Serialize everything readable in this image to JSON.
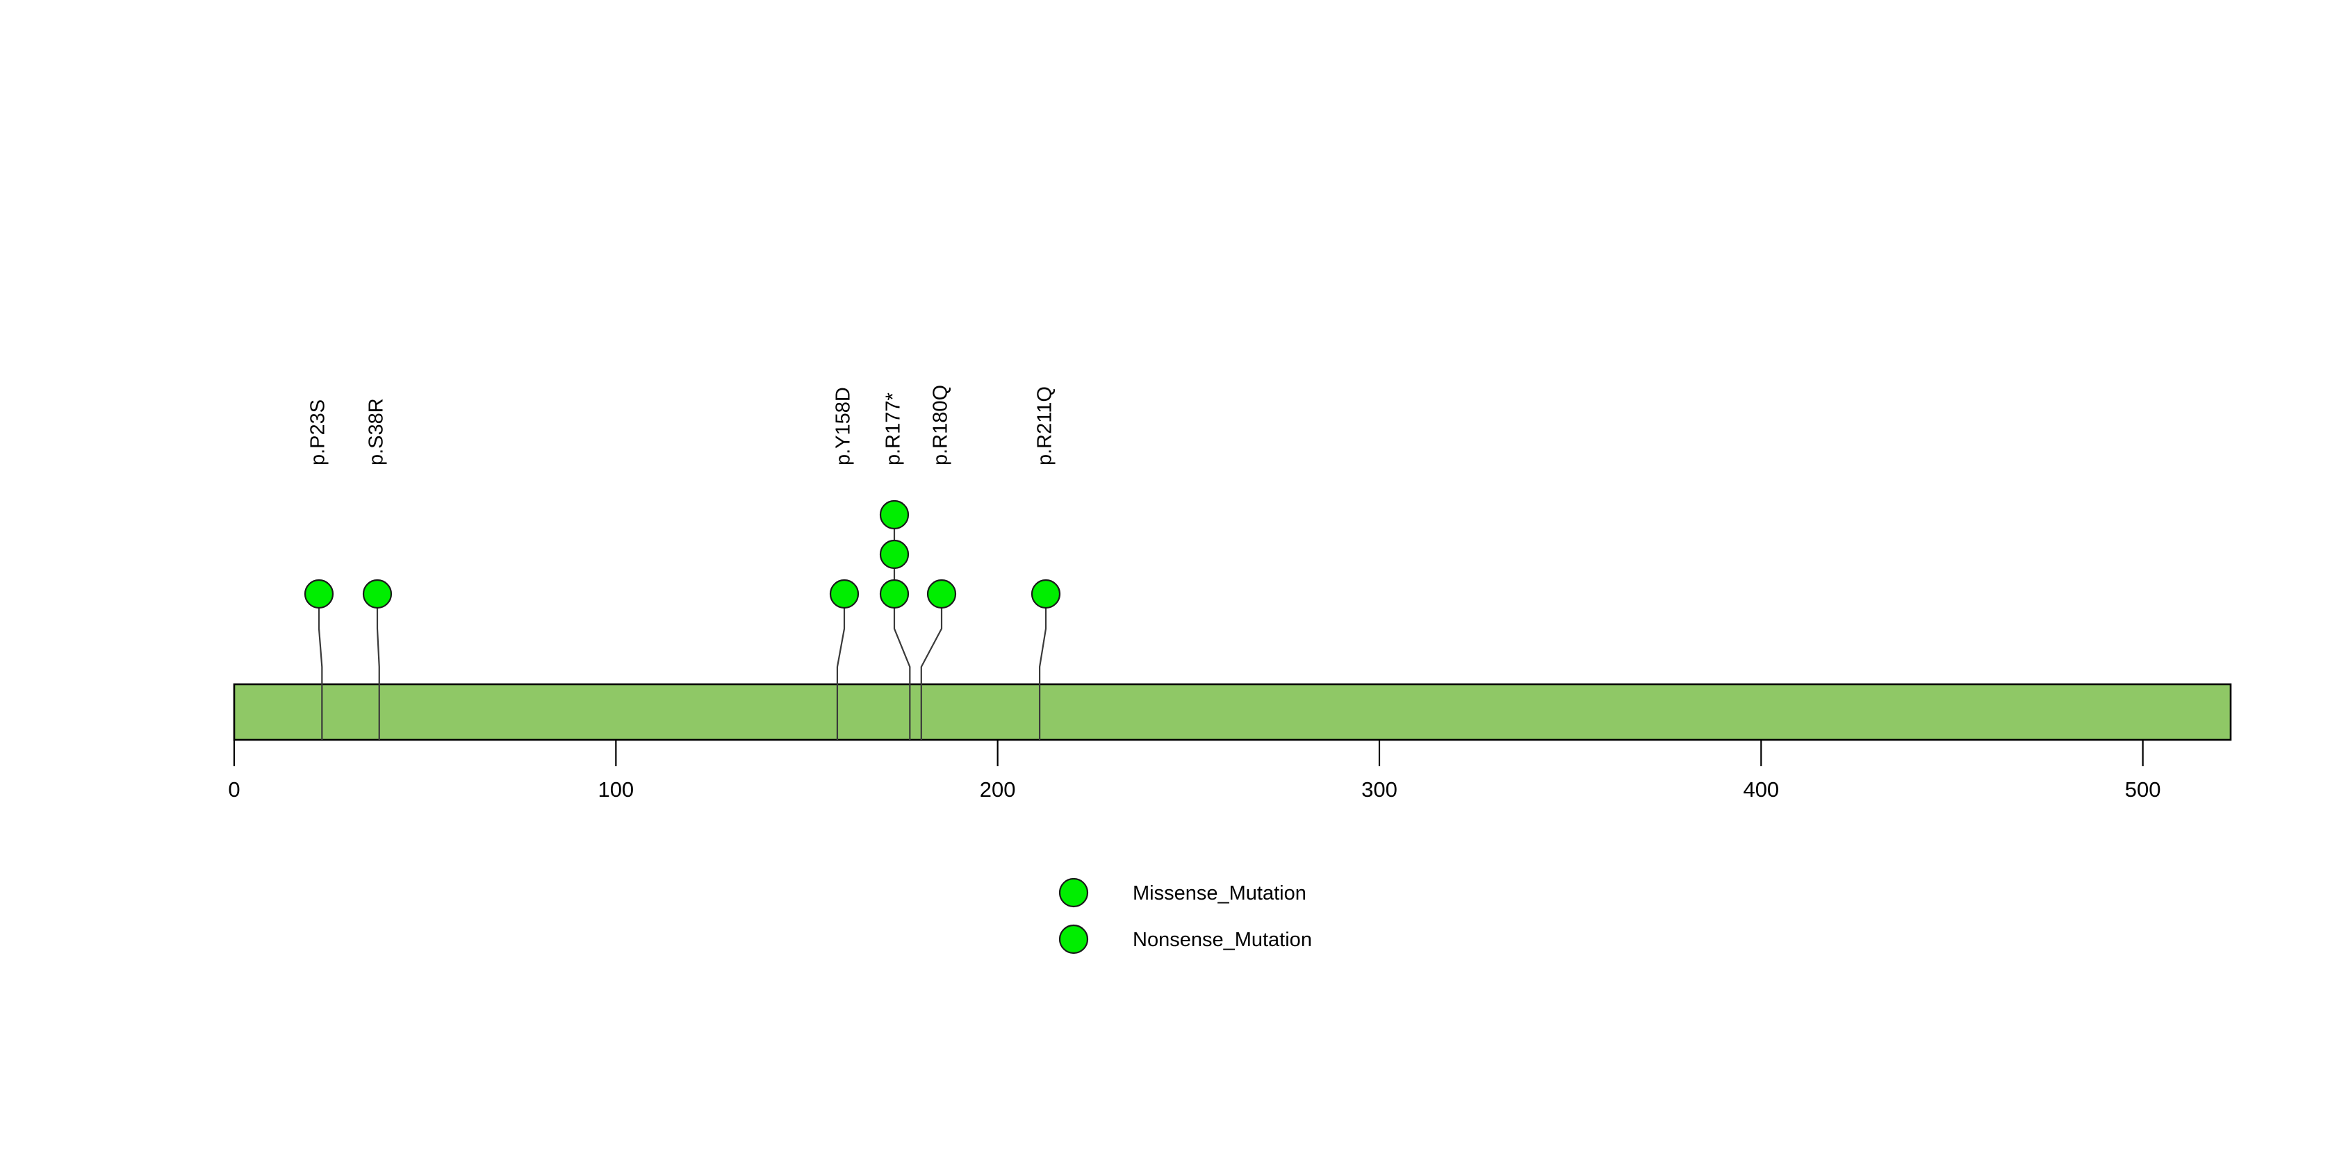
{
  "chart_data": {
    "type": "lollipop",
    "title": "",
    "subtitle": "",
    "xlabel": "",
    "ylabel": "",
    "xlim": [
      0,
      523
    ],
    "grid": false,
    "legend_position": "bottom-center",
    "protein": {
      "length": 523,
      "bar_label": "",
      "bar_color": "#8FC866",
      "bar_border_color": "#000000"
    },
    "axis": {
      "ticks": [
        0,
        100,
        200,
        300,
        400,
        500
      ],
      "tick_labels": [
        "0",
        "100",
        "200",
        "300",
        "400",
        "500"
      ]
    },
    "mutations": [
      {
        "label": "p.P23S",
        "position": 23,
        "count": 1,
        "type": "Missense_Mutation",
        "color": "#00EE00"
      },
      {
        "label": "p.S38R",
        "position": 38,
        "count": 1,
        "type": "Missense_Mutation",
        "color": "#00EE00"
      },
      {
        "label": "p.Y158D",
        "position": 158,
        "count": 1,
        "type": "Missense_Mutation",
        "color": "#00EE00"
      },
      {
        "label": "p.R177*",
        "position": 177,
        "count": 3,
        "type": "Nonsense_Mutation",
        "color": "#00EE00"
      },
      {
        "label": "p.R180Q",
        "position": 180,
        "count": 1,
        "type": "Missense_Mutation",
        "color": "#00EE00"
      },
      {
        "label": "p.R211Q",
        "position": 211,
        "count": 1,
        "type": "Missense_Mutation",
        "color": "#00EE00"
      }
    ],
    "legend": [
      {
        "label": "Missense_Mutation",
        "color": "#00EE00"
      },
      {
        "label": "Nonsense_Mutation",
        "color": "#00EE00"
      }
    ]
  }
}
